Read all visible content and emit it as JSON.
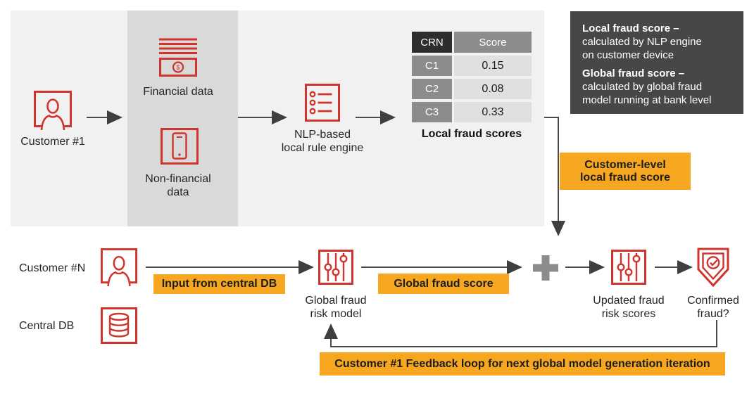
{
  "colors": {
    "accent_red": "#D0342C",
    "accent_orange": "#F6A71F",
    "legend_box_bg": "#474747",
    "panel_bg": "#F1F1F1",
    "panel_band_bg": "#D9D9D9",
    "arrow": "#4A4A4A",
    "plus_sign": "#8C8C8C",
    "table_header_dark": "#2D2D2D",
    "table_mid_gray": "#8C8C8C",
    "table_light_gray": "#E0E0E0"
  },
  "top": {
    "customer1_label": "Customer #1",
    "financial_label": "Financial data",
    "nonfinancial_l1": "Non-financial",
    "nonfinancial_l2": "data",
    "nlp_l1": "NLP-based",
    "nlp_l2": "local rule engine",
    "table": {
      "col1_header": "CRN",
      "col2_header": "Score",
      "rows": [
        {
          "crn": "C1",
          "score": "0.15"
        },
        {
          "crn": "C2",
          "score": "0.08"
        },
        {
          "crn": "C3",
          "score": "0.33"
        }
      ]
    },
    "table_caption": "Local fraud scores"
  },
  "legend": {
    "item1_title": "Local fraud score –",
    "item1_line1": "calculated by NLP engine",
    "item1_line2": "on customer device",
    "item2_title": "Global fraud score –",
    "item2_line1": "calculated by global fraud",
    "item2_line2": "model running at bank level"
  },
  "tags": {
    "customer_level_l1": "Customer-level",
    "customer_level_l2": "local fraud score",
    "input_from_db": "Input from central DB",
    "global_fraud_score": "Global fraud score",
    "feedback_loop": "Customer #1 Feedback loop for next global model generation iteration"
  },
  "bottom": {
    "customer_n_label": "Customer #N",
    "central_db_label": "Central DB",
    "global_model_l1": "Global fraud",
    "global_model_l2": "risk model",
    "updated_l1": "Updated fraud",
    "updated_l2": "risk scores",
    "confirmed_l1": "Confirmed",
    "confirmed_l2": "fraud?"
  }
}
